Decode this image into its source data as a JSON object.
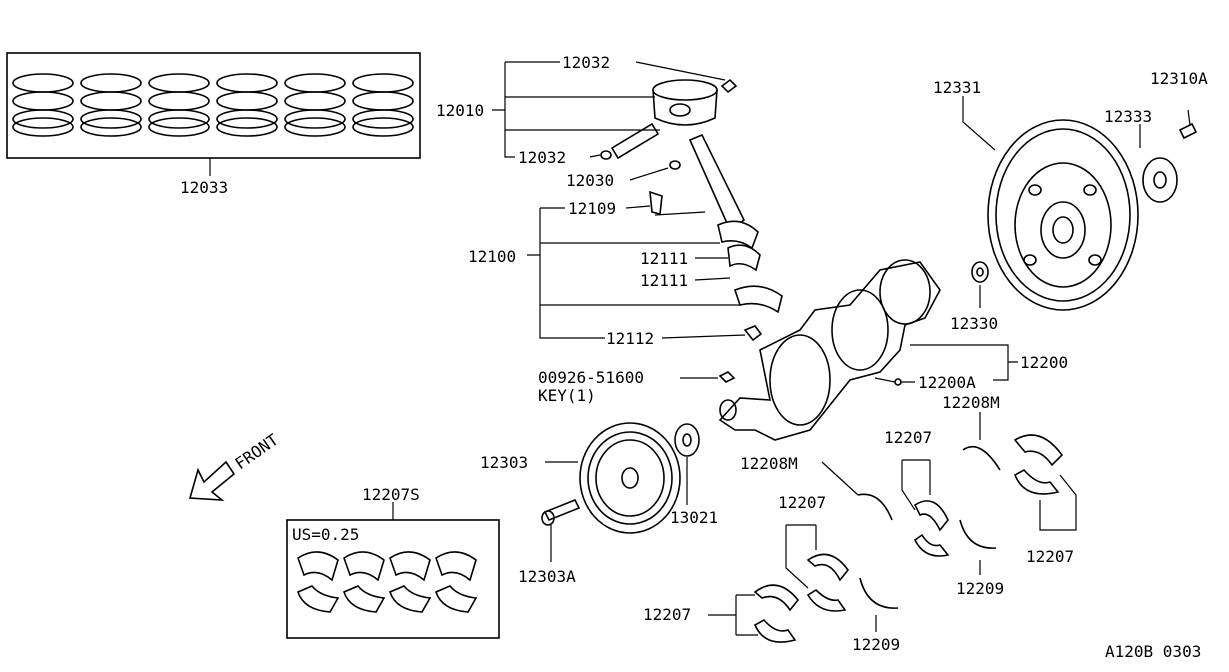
{
  "labels": {
    "p12033": "12033",
    "p12032a": "12032",
    "p12010": "12010",
    "p12032b": "12032",
    "p12030": "12030",
    "p12109": "12109",
    "p12100": "12100",
    "p12111a": "12111",
    "p12111b": "12111",
    "p12112": "12112",
    "p00926": "00926-51600",
    "key": "KEY(1)",
    "p12200": "12200",
    "p12200A": "12200A",
    "p12331": "12331",
    "p12310A": "12310A",
    "p12333": "12333",
    "p12330": "12330",
    "p12303": "12303",
    "p13021": "13021",
    "p12303A": "12303A",
    "p12207S": "12207S",
    "us": "US=0.25",
    "p12208Ma": "12208M",
    "p12208Mb": "12208M",
    "p12207a": "12207",
    "p12207b": "12207",
    "p12207c": "12207",
    "p12207d": "12207",
    "p12209a": "12209",
    "p12209b": "12209",
    "front": "FRONT",
    "code": "A120B 0303"
  }
}
